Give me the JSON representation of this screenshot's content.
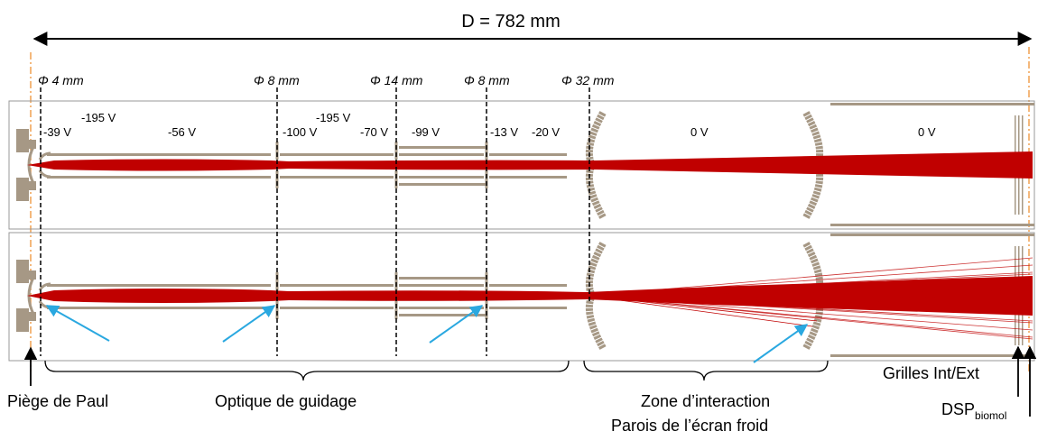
{
  "dimension": {
    "label": "D = 782 mm"
  },
  "diameters": [
    "Φ 4 mm",
    "Φ 8 mm",
    "Φ 14 mm",
    "Φ 8 mm",
    "Φ 32 mm"
  ],
  "voltages": {
    "upper_row": [
      "-195 V",
      "-195 V"
    ],
    "lower_row": [
      "-39 V",
      "-56 V",
      "-100 V",
      "-70 V",
      "-99 V",
      "-13 V",
      "-20 V",
      "0 V",
      "0 V"
    ]
  },
  "labels": {
    "paul_trap": "Piège de Paul",
    "guiding_optics": "Optique de guidage",
    "interaction_zone": "Zone d’interaction",
    "cold_screen_walls": "Parois de l’écran froid",
    "grids": "Grilles Int/Ext",
    "dsp_main": "DSP",
    "dsp_sub": "biomol"
  },
  "colors": {
    "beam": "#c00000",
    "electrode": "#a69885",
    "arrow_blue": "#2aa8e0",
    "axis_orange": "#f0a050"
  }
}
